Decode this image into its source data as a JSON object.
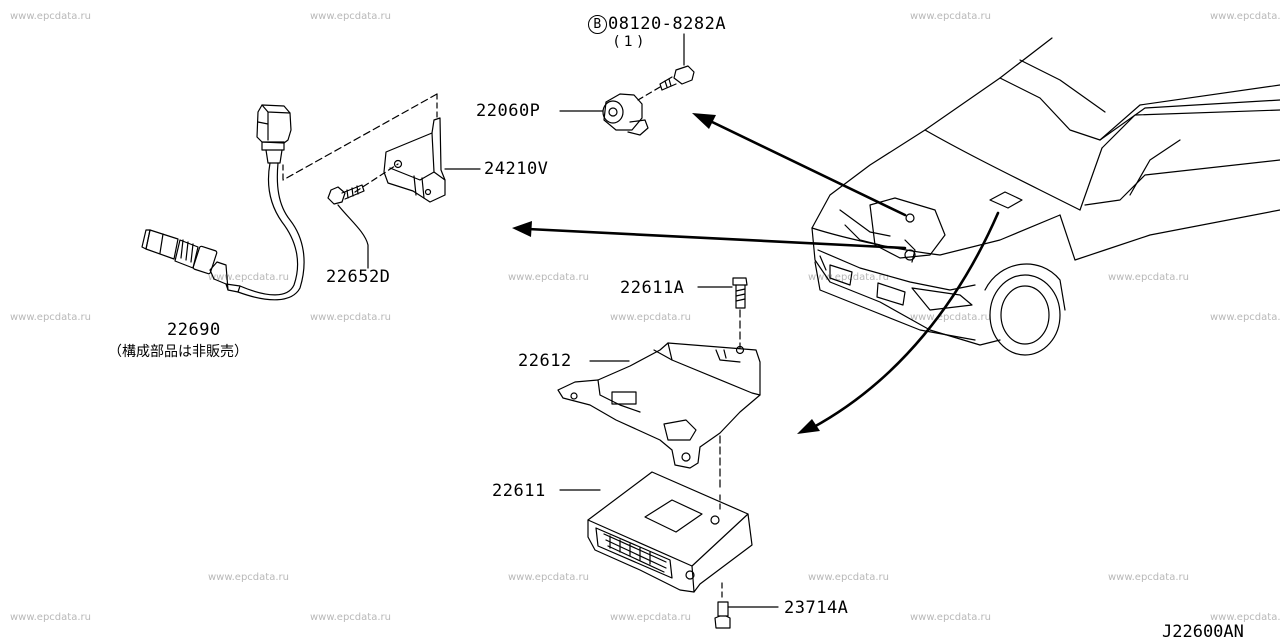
{
  "watermark": "www.epcdata.ru",
  "parts": {
    "bolt_b": {
      "symbol": "B",
      "number": "08120-8282A",
      "qty": "( 1 )"
    },
    "knock_sensor": "22060P",
    "bracket": "24210V",
    "bolt_bracket": "22652D",
    "o2_sensor": "22690",
    "o2_note": "（構成部品は非販売）",
    "bolt_ecm": "22611A",
    "ecm_bracket": "22612",
    "ecm": "22611",
    "ecm_bolt_lower": "23714A"
  },
  "diagram_code": "J22600AN"
}
